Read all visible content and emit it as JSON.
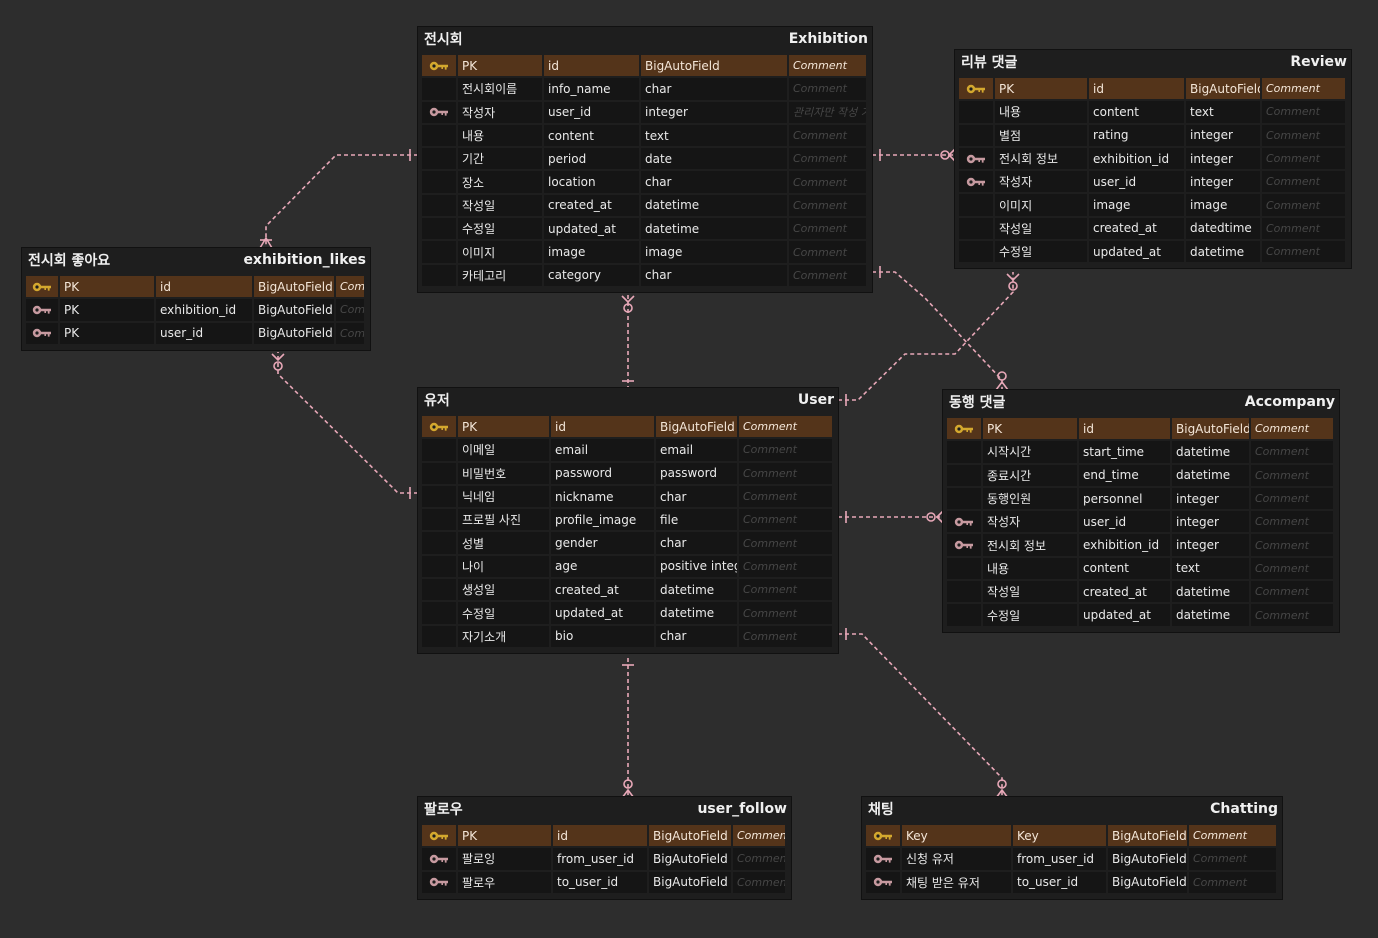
{
  "colors": {
    "background": "#2d2d2d",
    "table_body": "#1e1e1e",
    "pk_row": "#54341a",
    "pk_key_icon": "#d4a82e",
    "fk_key_icon": "#c79aa0",
    "relation_line": "#e8a8b8"
  },
  "icons": {
    "primary_key": "key-icon-gold",
    "foreign_key": "key-icon-pink"
  },
  "entities": {
    "exhibition": {
      "logical": "전시회",
      "physical": "Exhibition",
      "rows": [
        {
          "key": "pk",
          "logical": "PK",
          "physical": "id",
          "type": "BigAutoField",
          "comment": "Comment"
        },
        {
          "key": "",
          "logical": "전시회이름",
          "physical": "info_name",
          "type": "char",
          "comment": "Comment"
        },
        {
          "key": "fk",
          "logical": "작성자",
          "physical": "user_id",
          "type": "integer",
          "comment": "관리자만 작성 가능"
        },
        {
          "key": "",
          "logical": "내용",
          "physical": "content",
          "type": "text",
          "comment": "Comment"
        },
        {
          "key": "",
          "logical": "기간",
          "physical": "period",
          "type": "date",
          "comment": "Comment"
        },
        {
          "key": "",
          "logical": "장소",
          "physical": "location",
          "type": "char",
          "comment": "Comment"
        },
        {
          "key": "",
          "logical": "작성일",
          "physical": "created_at",
          "type": "datetime",
          "comment": "Comment"
        },
        {
          "key": "",
          "logical": "수정일",
          "physical": "updated_at",
          "type": "datetime",
          "comment": "Comment"
        },
        {
          "key": "",
          "logical": "이미지",
          "physical": "image",
          "type": "image",
          "comment": "Comment"
        },
        {
          "key": "",
          "logical": "카테고리",
          "physical": "category",
          "type": "char",
          "comment": "Comment"
        }
      ]
    },
    "review": {
      "logical": "리뷰 댓글",
      "physical": "Review",
      "rows": [
        {
          "key": "pk",
          "logical": "PK",
          "physical": "id",
          "type": "BigAutoField",
          "comment": "Comment"
        },
        {
          "key": "",
          "logical": "내용",
          "physical": "content",
          "type": "text",
          "comment": "Comment"
        },
        {
          "key": "",
          "logical": "별점",
          "physical": "rating",
          "type": "integer",
          "comment": "Comment"
        },
        {
          "key": "fk",
          "logical": "전시회 정보",
          "physical": "exhibition_id",
          "type": "integer",
          "comment": "Comment"
        },
        {
          "key": "fk",
          "logical": "작성자",
          "physical": "user_id",
          "type": "integer",
          "comment": "Comment"
        },
        {
          "key": "",
          "logical": "이미지",
          "physical": "image",
          "type": "image",
          "comment": "Comment"
        },
        {
          "key": "",
          "logical": "작성일",
          "physical": "created_at",
          "type": "datedtime",
          "comment": "Comment"
        },
        {
          "key": "",
          "logical": "수정일",
          "physical": "updated_at",
          "type": "datetime",
          "comment": "Comment"
        }
      ]
    },
    "exhibition_likes": {
      "logical": "전시회 좋아요",
      "physical": "exhibition_likes",
      "rows": [
        {
          "key": "pk",
          "logical": "PK",
          "physical": "id",
          "type": "BigAutoField",
          "comment": "Comment"
        },
        {
          "key": "fk",
          "logical": "PK",
          "physical": "exhibition_id",
          "type": "BigAutoField",
          "comment": "Comment"
        },
        {
          "key": "fk",
          "logical": "PK",
          "physical": "user_id",
          "type": "BigAutoField",
          "comment": "Comment"
        }
      ]
    },
    "user": {
      "logical": "유저",
      "physical": "User",
      "rows": [
        {
          "key": "pk",
          "logical": "PK",
          "physical": "id",
          "type": "BigAutoField",
          "comment": "Comment"
        },
        {
          "key": "",
          "logical": "이메일",
          "physical": "email",
          "type": "email",
          "comment": "Comment"
        },
        {
          "key": "",
          "logical": "비밀번호",
          "physical": "password",
          "type": "password",
          "comment": "Comment"
        },
        {
          "key": "",
          "logical": "닉네임",
          "physical": "nickname",
          "type": "char",
          "comment": "Comment"
        },
        {
          "key": "",
          "logical": "프로필 사진",
          "physical": "profile_image",
          "type": "file",
          "comment": "Comment"
        },
        {
          "key": "",
          "logical": "성별",
          "physical": "gender",
          "type": "char",
          "comment": "Comment"
        },
        {
          "key": "",
          "logical": "나이",
          "physical": "age",
          "type": "positive integer",
          "comment": "Comment"
        },
        {
          "key": "",
          "logical": "생성일",
          "physical": "created_at",
          "type": "datetime",
          "comment": "Comment"
        },
        {
          "key": "",
          "logical": "수정일",
          "physical": "updated_at",
          "type": "datetime",
          "comment": "Comment"
        },
        {
          "key": "",
          "logical": "자기소개",
          "physical": "bio",
          "type": "char",
          "comment": "Comment"
        }
      ]
    },
    "accompany": {
      "logical": "동행 댓글",
      "physical": "Accompany",
      "rows": [
        {
          "key": "pk",
          "logical": "PK",
          "physical": "id",
          "type": "BigAutoField",
          "comment": "Comment"
        },
        {
          "key": "",
          "logical": "시작시간",
          "physical": "start_time",
          "type": "datetime",
          "comment": "Comment"
        },
        {
          "key": "",
          "logical": "종료시간",
          "physical": "end_time",
          "type": "datetime",
          "comment": "Comment"
        },
        {
          "key": "",
          "logical": "동행인원",
          "physical": "personnel",
          "type": "integer",
          "comment": "Comment"
        },
        {
          "key": "fk",
          "logical": "작성자",
          "physical": "user_id",
          "type": "integer",
          "comment": "Comment"
        },
        {
          "key": "fk",
          "logical": "전시회 정보",
          "physical": "exhibition_id",
          "type": "integer",
          "comment": "Comment"
        },
        {
          "key": "",
          "logical": "내용",
          "physical": "content",
          "type": "text",
          "comment": "Comment"
        },
        {
          "key": "",
          "logical": "작성일",
          "physical": "created_at",
          "type": "datetime",
          "comment": "Comment"
        },
        {
          "key": "",
          "logical": "수정일",
          "physical": "updated_at",
          "type": "datetime",
          "comment": "Comment"
        }
      ]
    },
    "user_follow": {
      "logical": "팔로우",
      "physical": "user_follow",
      "rows": [
        {
          "key": "pk",
          "logical": "PK",
          "physical": "id",
          "type": "BigAutoField",
          "comment": "Comment"
        },
        {
          "key": "fk",
          "logical": "팔로잉",
          "physical": "from_user_id",
          "type": "BigAutoField",
          "comment": "Comment"
        },
        {
          "key": "fk",
          "logical": "팔로우",
          "physical": "to_user_id",
          "type": "BigAutoField",
          "comment": "Comment"
        }
      ]
    },
    "chatting": {
      "logical": "채팅",
      "physical": "Chatting",
      "rows": [
        {
          "key": "pk",
          "logical": "Key",
          "physical": "Key",
          "type": "BigAutoField",
          "comment": "Comment"
        },
        {
          "key": "fk",
          "logical": "신청 유저",
          "physical": "from_user_id",
          "type": "BigAutoField",
          "comment": "Comment"
        },
        {
          "key": "fk",
          "logical": "채팅 받은 유저",
          "physical": "to_user_id",
          "type": "BigAutoField",
          "comment": "Comment"
        }
      ]
    }
  }
}
